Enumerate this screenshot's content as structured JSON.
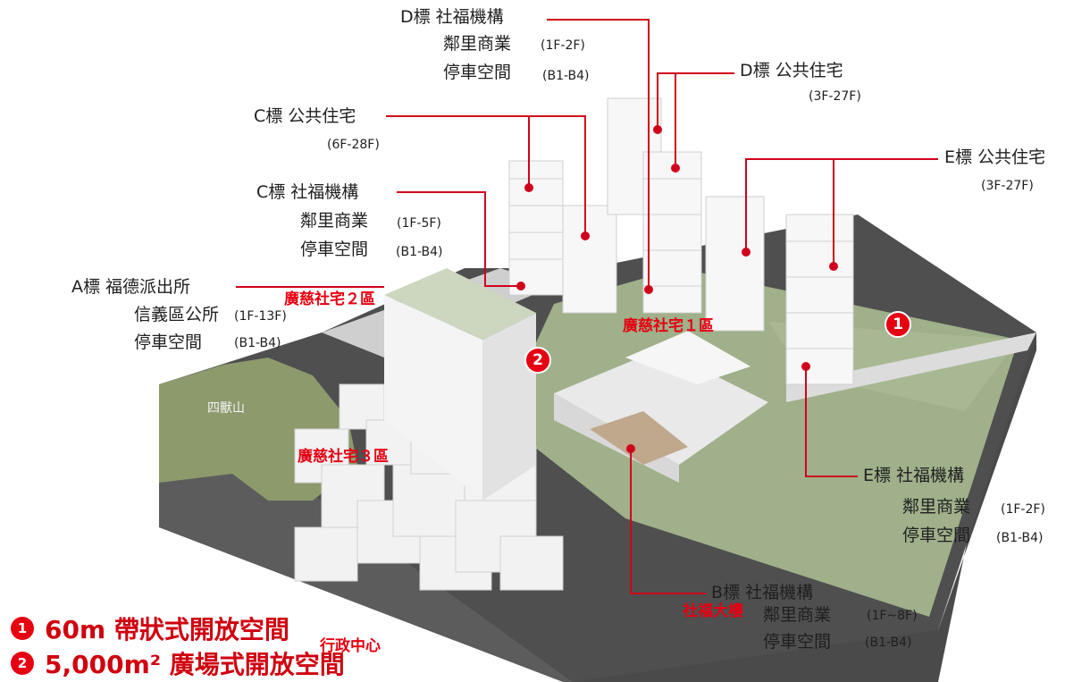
{
  "labels": {
    "d_welfare": {
      "title": "D標 社福機構",
      "line2": "鄰里商業",
      "line2_floors": "(1F-2F)",
      "line3": "停車空間",
      "line3_floors": "(B1-B4)"
    },
    "d_housing": {
      "title": "D標 公共住宅",
      "floors": "(3F-27F)"
    },
    "c_housing": {
      "title": "C標 公共住宅",
      "floors": "(6F-28F)"
    },
    "e_housing": {
      "title": "E標 公共住宅",
      "floors": "(3F-27F)"
    },
    "c_welfare": {
      "title": "C標 社福機構",
      "line2": "鄰里商業",
      "line2_floors": "(1F-5F)",
      "line3": "停車空間",
      "line3_floors": "(B1-B4)"
    },
    "a_police": {
      "title": "A標 福德派出所",
      "line2": "信義區公所",
      "line2_floors": "(1F-13F)",
      "line3": "停車空間",
      "line3_floors": "(B1-B4)"
    },
    "e_welfare": {
      "title": "E標 社福機構",
      "line2": "鄰里商業",
      "line2_floors": "(1F-2F)",
      "line3": "停車空間",
      "line3_floors": "(B1-B4)"
    },
    "b_welfare": {
      "title": "B標 社福機構",
      "line2": "鄰里商業",
      "line2_floors": "(1F~8F)",
      "line3": "停車空間",
      "line3_floors": "(B1-B4)"
    }
  },
  "zones": {
    "zone2": "廣慈社宅２區",
    "zone1": "廣慈社宅１區",
    "zone3": "廣慈社宅３區",
    "welfare_building": "社福大樓",
    "admin_center": "行政中心"
  },
  "mountain": "四獸山",
  "badges": {
    "one": "1",
    "two": "2"
  },
  "legend": [
    {
      "num": "1",
      "text": "60m 帶狀式開放空間"
    },
    {
      "num": "2",
      "text": "5,000m² 廣場式開放空間"
    }
  ],
  "colors": {
    "accent_red": "#e60012",
    "leader": "#d0021b"
  }
}
